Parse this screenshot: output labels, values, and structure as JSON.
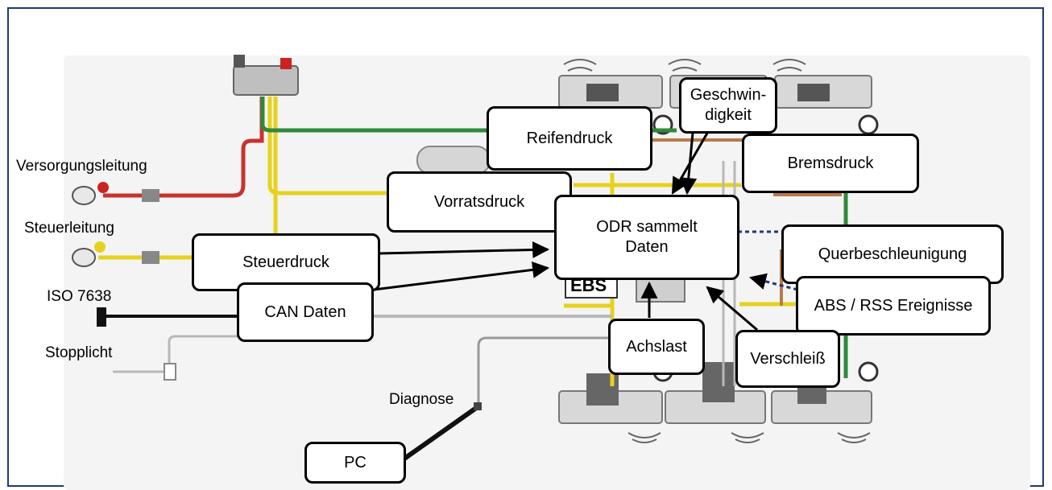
{
  "labels": {
    "versorgungsleitung": "Versorgungsleitung",
    "steuerleitung": "Steuerleitung",
    "iso": "ISO 7638",
    "stopplicht": "Stopplicht",
    "diagnose": "Diagnose",
    "ebs": "EBS"
  },
  "boxes": {
    "reifendruck": "Reifendruck",
    "geschwindigkeit": "Geschwin-\ndigkeit",
    "bremsdruck": "Bremsdruck",
    "vorratsdruck": "Vorratsdruck",
    "odr": "ODR sammelt\nDaten",
    "querbeschleunigung": "Querbeschleunigung",
    "steuerdruck": "Steuerdruck",
    "can": "CAN Daten",
    "abs": "ABS / RSS Ereignisse",
    "achslast": "Achslast",
    "verschleiss": "Verschleiß",
    "pc": "PC"
  },
  "colors": {
    "frame": "#1f3a73",
    "supply_line": "#c8322d",
    "control_line": "#e6d21e",
    "green_line": "#2f8a3a",
    "brown_line": "#b97a48",
    "grey_line": "#b8b8b8"
  }
}
